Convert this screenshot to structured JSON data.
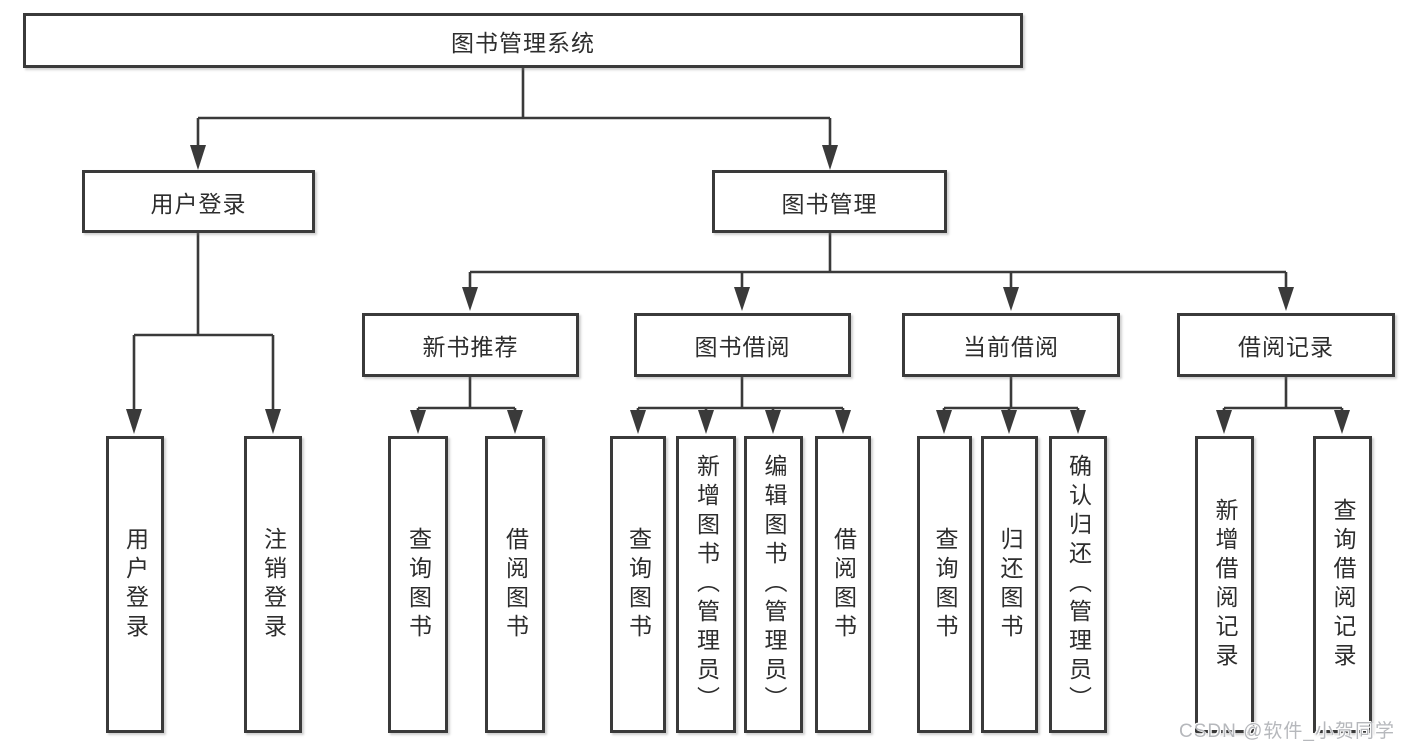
{
  "diagram": {
    "type": "hierarchy-functional-structure",
    "colors": {
      "background": "#ffffff",
      "line": "#3a3a3a",
      "box_border": "#3a3a3a",
      "box_fill": "#ffffff",
      "text": "#2d2d2d",
      "watermark": "#b6b8bc"
    }
  },
  "watermark": "CSDN @软件_小贺同学",
  "tree": {
    "label": "图书管理系统",
    "children": [
      {
        "label": "用户登录",
        "children": [
          {
            "label": "用户登录"
          },
          {
            "label": "注销登录"
          }
        ]
      },
      {
        "label": "图书管理",
        "children": [
          {
            "label": "新书推荐",
            "children": [
              {
                "label": "查询图书"
              },
              {
                "label": "借阅图书"
              }
            ]
          },
          {
            "label": "图书借阅",
            "children": [
              {
                "label": "查询图书"
              },
              {
                "label": "新增图书（管理员）"
              },
              {
                "label": "编辑图书（管理员）"
              },
              {
                "label": "借阅图书"
              }
            ]
          },
          {
            "label": "当前借阅",
            "children": [
              {
                "label": "查询图书"
              },
              {
                "label": "归还图书"
              },
              {
                "label": "确认归还（管理员）"
              }
            ]
          },
          {
            "label": "借阅记录",
            "children": [
              {
                "label": "新增借阅记录"
              },
              {
                "label": "查询借阅记录"
              }
            ]
          }
        ]
      }
    ]
  }
}
